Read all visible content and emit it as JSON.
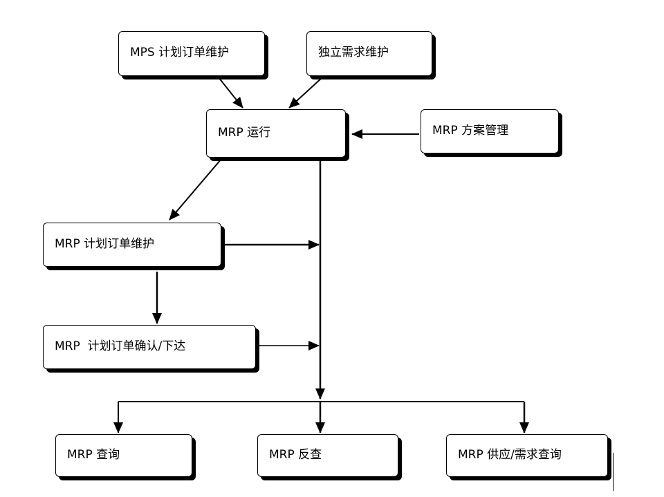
{
  "nodes": {
    "mps_plan_order_maint": "MPS 计划订单维护",
    "independent_demand_maint": "独立需求维护",
    "mrp_run": "MRP 运行",
    "mrp_scheme_mgmt": "MRP 方案管理",
    "mrp_plan_order_maint": "MRP 计划订单维护",
    "mrp_plan_order_confirm": "MRP  计划订单确认/下达",
    "mrp_query": "MRP 查询",
    "mrp_reverse_query": "MRP 反查",
    "mrp_supply_demand_query": "MRP 供应/需求查询"
  },
  "style": {
    "line_color": "#000000",
    "box_fill": "#ffffff",
    "shadow_color": "#000000"
  }
}
